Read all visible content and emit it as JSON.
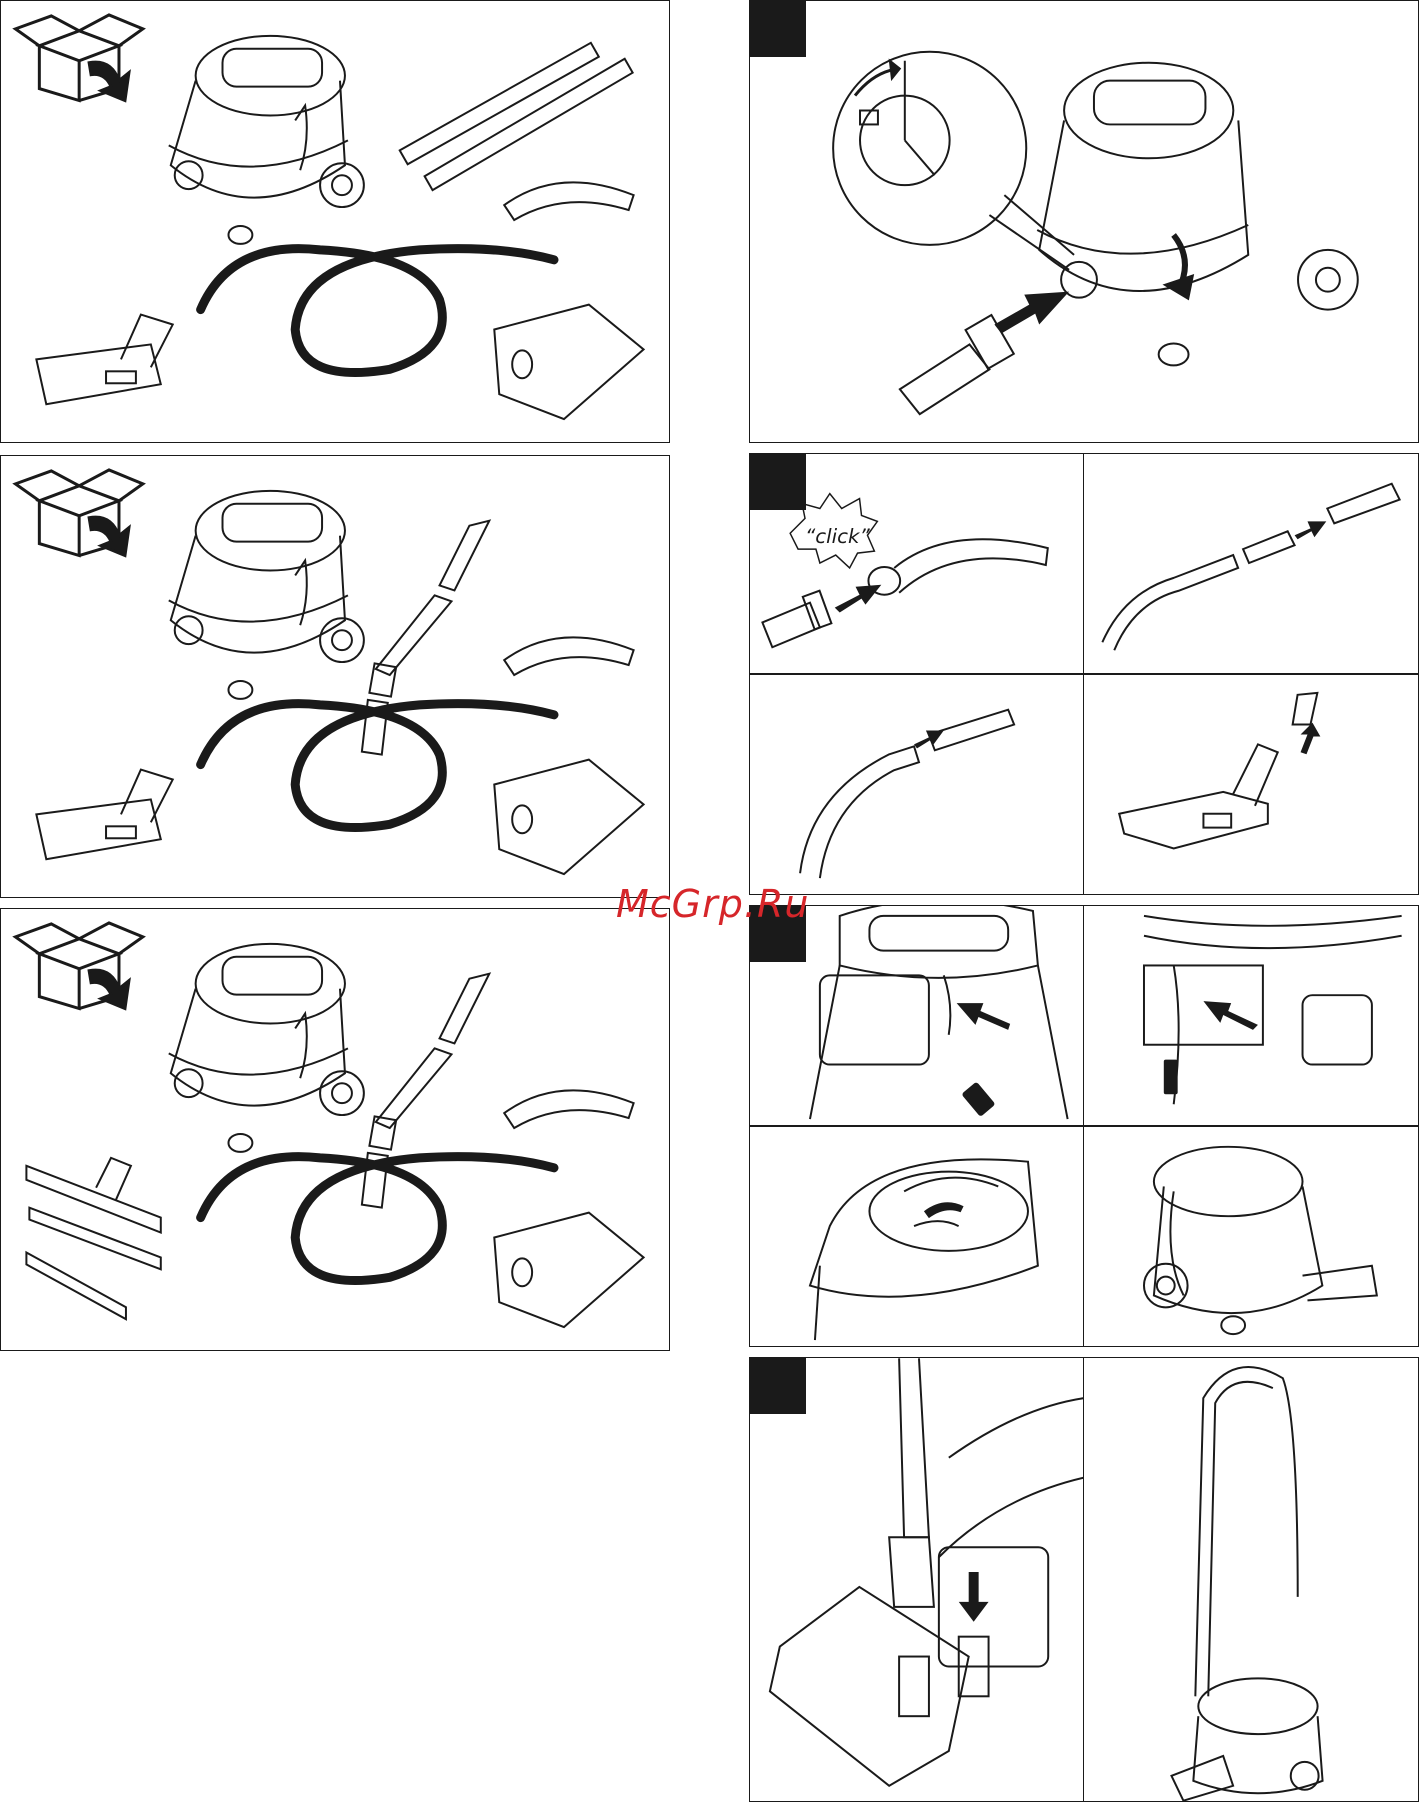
{
  "watermark": "McGrp.Ru",
  "click_label": "“click”",
  "colors": {
    "ink": "#1a1a1a",
    "badge": "#1a1a1a",
    "watermark": "#d6262a",
    "paper": "#ffffff"
  },
  "icons": [
    "unpack-box-icon",
    "vacuum-cleaner",
    "extension-tube",
    "hose",
    "floor-nozzle",
    "dust-bag",
    "direction-arrow"
  ]
}
